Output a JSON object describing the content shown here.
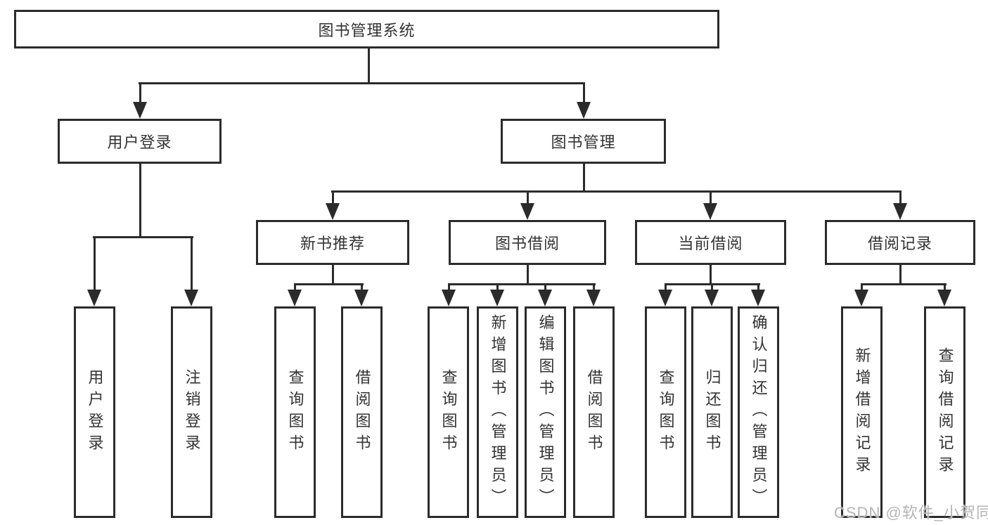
{
  "colors": {
    "background": "#ffffff",
    "box_border": "#2b2b2b",
    "connector_line": "#2b2b2b",
    "node_text": "#333333",
    "watermark_text": "#b5b5b5"
  },
  "diagram": {
    "root": {
      "label": "图书管理系统"
    },
    "branches": [
      {
        "label": "用户登录",
        "children": [
          {
            "label": "用户登录"
          },
          {
            "label": "注销登录"
          }
        ]
      },
      {
        "label": "图书管理",
        "children": [
          {
            "label": "新书推荐",
            "children": [
              {
                "label": "查询图书"
              },
              {
                "label": "借阅图书"
              }
            ]
          },
          {
            "label": "图书借阅",
            "children": [
              {
                "label": "查询图书"
              },
              {
                "label": "新增图书（管理员）"
              },
              {
                "label": "编辑图书（管理员）"
              },
              {
                "label": "借阅图书"
              }
            ]
          },
          {
            "label": "当前借阅",
            "children": [
              {
                "label": "查询图书"
              },
              {
                "label": "归还图书"
              },
              {
                "label": "确认归还（管理员）"
              }
            ]
          },
          {
            "label": "借阅记录",
            "children": [
              {
                "label": "新增借阅记录"
              },
              {
                "label": "查询借阅记录"
              }
            ]
          }
        ]
      }
    ]
  },
  "watermark": {
    "text": "CSDN @软件_小贺同学"
  }
}
